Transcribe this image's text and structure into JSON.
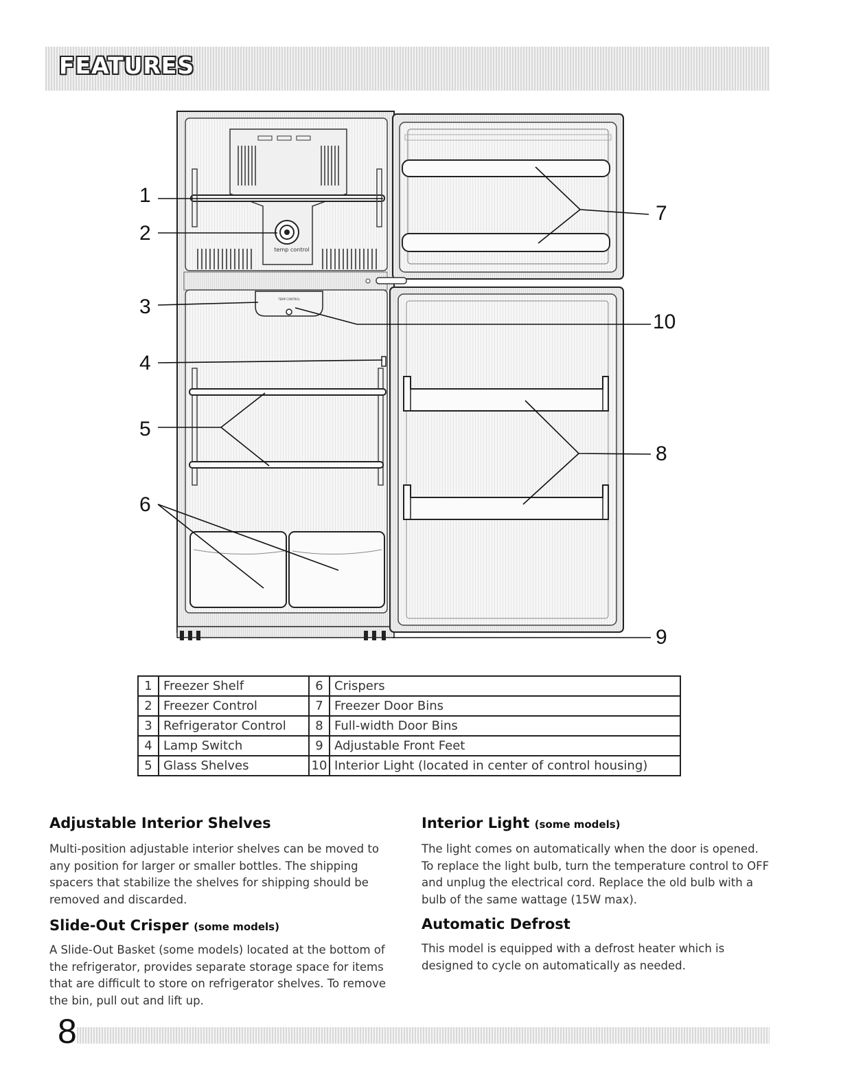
{
  "header": {
    "title": "FEATURES"
  },
  "diagram": {
    "callouts": [
      "1",
      "2",
      "3",
      "4",
      "5",
      "6",
      "7",
      "8",
      "9",
      "10"
    ],
    "temp_control_label": "temp control",
    "ref_control_label": "TEMP CONTROL"
  },
  "legend": {
    "rows": [
      {
        "n1": "1",
        "l1": "Freezer Shelf",
        "n2": "6",
        "l2": "Crispers"
      },
      {
        "n1": "2",
        "l1": "Freezer Control",
        "n2": "7",
        "l2": "Freezer Door Bins"
      },
      {
        "n1": "3",
        "l1": "Refrigerator Control",
        "n2": "8",
        "l2": "Full-width Door Bins"
      },
      {
        "n1": "4",
        "l1": "Lamp Switch",
        "n2": "9",
        "l2": "Adjustable Front Feet"
      },
      {
        "n1": "5",
        "l1": "Glass Shelves",
        "n2": "10",
        "l2": "Interior Light (located in center of control housing)"
      }
    ]
  },
  "sections": {
    "shelves": {
      "title": "Adjustable Interior Shelves",
      "body": "Multi-position adjustable interior shelves can be moved to any position for larger or smaller bottles. The shipping spacers that stabilize the shelves for shipping should be removed and discarded."
    },
    "crisper": {
      "title": "Slide-Out Crisper",
      "subtitle": "(some models)",
      "body": "A Slide-Out Basket (some models) located at the bottom of the refrigerator, provides separate storage space for items that are difficult to store on refrigerator shelves. To remove the bin, pull out and lift up."
    },
    "light": {
      "title": "Interior Light",
      "subtitle": "(some models)",
      "body": "The light comes on automatically when the door is opened. To replace the light bulb, turn the temperature control to OFF and unplug the electrical cord. Replace the old bulb with a bulb of the same wattage (15W max)."
    },
    "defrost": {
      "title": "Automatic Defrost",
      "body": "This model is equipped with a defrost heater which is designed to cycle on automatically as needed."
    }
  },
  "footer": {
    "page_number": "8"
  }
}
